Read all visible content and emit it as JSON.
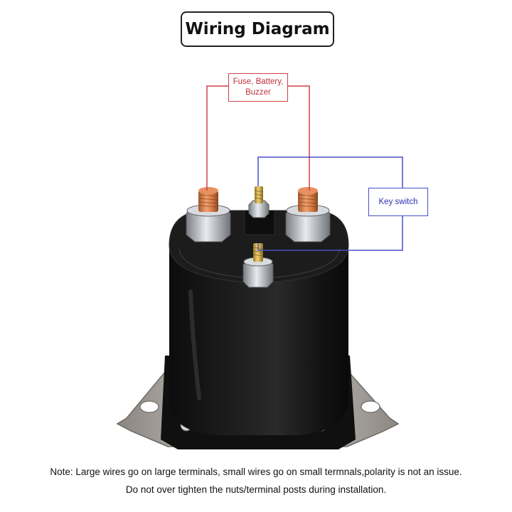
{
  "title": "Wiring Diagram",
  "labels": {
    "fuse_line1": "Fuse, Battery,",
    "fuse_line2": "Buzzer",
    "key_switch": "Key switch"
  },
  "notes": {
    "line1": "Note: Large wires go on large terminals, small wires go on small termnals,polarity is not an issue.",
    "line2": "Do not over tighten the nuts/terminal posts during installation."
  },
  "colors": {
    "fuse_wire": "#d04048",
    "key_wire": "#4a4ec8"
  }
}
